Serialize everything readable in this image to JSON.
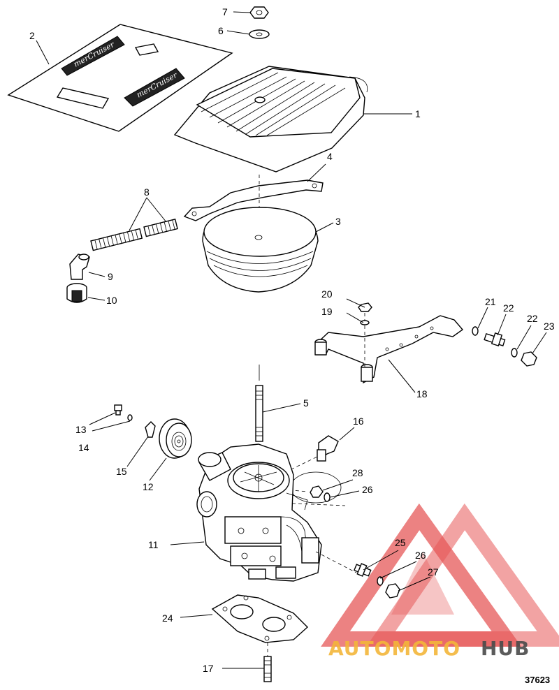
{
  "figure_number": "37623",
  "watermark": {
    "brand_part1": "AUTOMOTO",
    "brand_part2": "HUB",
    "color_red": "#e23b3b",
    "color_yellow": "#f3b63a",
    "color_grey": "#4a4a4a"
  },
  "decal_text": "merCruiser",
  "callouts": [
    "1",
    "2",
    "3",
    "4",
    "5",
    "6",
    "7",
    "8",
    "9",
    "10",
    "11",
    "12",
    "13",
    "14",
    "15",
    "16",
    "17",
    "18",
    "19",
    "20",
    "21",
    "22",
    "22",
    "23",
    "24",
    "25",
    "26",
    "26",
    "27",
    "28"
  ],
  "parts": [
    {
      "id": "1",
      "icon": "flame-arrestor-cover-icon"
    },
    {
      "id": "2",
      "icon": "decal-sheet-icon"
    },
    {
      "id": "3",
      "icon": "flame-arrestor-icon"
    },
    {
      "id": "4",
      "icon": "bracket-icon"
    },
    {
      "id": "5",
      "icon": "stud-icon"
    },
    {
      "id": "6",
      "icon": "washer-icon"
    },
    {
      "id": "7",
      "icon": "nut-icon"
    },
    {
      "id": "8",
      "icon": "hose-icon"
    },
    {
      "id": "9",
      "icon": "elbow-fitting-icon"
    },
    {
      "id": "10",
      "icon": "grommet-icon"
    },
    {
      "id": "11",
      "icon": "carburetor-icon"
    },
    {
      "id": "12",
      "icon": "choke-thermostat-icon"
    },
    {
      "id": "13",
      "icon": "screw-icon"
    },
    {
      "id": "14",
      "icon": "washer-icon"
    },
    {
      "id": "15",
      "icon": "clip-icon"
    },
    {
      "id": "16",
      "icon": "fitting-icon"
    },
    {
      "id": "17",
      "icon": "stud-icon"
    },
    {
      "id": "18",
      "icon": "throttle-bracket-icon"
    },
    {
      "id": "19",
      "icon": "washer-icon"
    },
    {
      "id": "20",
      "icon": "nut-icon"
    },
    {
      "id": "21",
      "icon": "stud-icon"
    },
    {
      "id": "22",
      "icon": "washer-icon"
    },
    {
      "id": "23",
      "icon": "nut-icon"
    },
    {
      "id": "24",
      "icon": "gasket-icon"
    },
    {
      "id": "25",
      "icon": "screw-icon"
    },
    {
      "id": "26",
      "icon": "washer-icon"
    },
    {
      "id": "27",
      "icon": "nut-icon"
    },
    {
      "id": "28",
      "icon": "plug-icon"
    }
  ]
}
